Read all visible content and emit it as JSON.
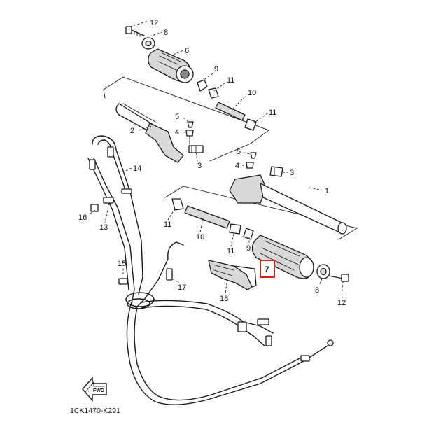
{
  "diagram": {
    "callouts": [
      {
        "id": "c12a",
        "label": "12"
      },
      {
        "id": "c8a",
        "label": "8"
      },
      {
        "id": "c6",
        "label": "6"
      },
      {
        "id": "c9a",
        "label": "9"
      },
      {
        "id": "c11a",
        "label": "11"
      },
      {
        "id": "c10a",
        "label": "10"
      },
      {
        "id": "c11b",
        "label": "11"
      },
      {
        "id": "c5a",
        "label": "5"
      },
      {
        "id": "c4a",
        "label": "4"
      },
      {
        "id": "c3a",
        "label": "3"
      },
      {
        "id": "c2",
        "label": "2"
      },
      {
        "id": "c14",
        "label": "14"
      },
      {
        "id": "c5b",
        "label": "5"
      },
      {
        "id": "c4b",
        "label": "4"
      },
      {
        "id": "c3b",
        "label": "3"
      },
      {
        "id": "c1",
        "label": "1"
      },
      {
        "id": "c16",
        "label": "16"
      },
      {
        "id": "c13",
        "label": "13"
      },
      {
        "id": "c11c",
        "label": "11"
      },
      {
        "id": "c10b",
        "label": "10"
      },
      {
        "id": "c11d",
        "label": "11"
      },
      {
        "id": "c9b",
        "label": "9"
      },
      {
        "id": "c15",
        "label": "15"
      },
      {
        "id": "c17",
        "label": "17"
      },
      {
        "id": "c18",
        "label": "18"
      },
      {
        "id": "c8b",
        "label": "8"
      },
      {
        "id": "c12b",
        "label": "12"
      }
    ],
    "highlighted_part": {
      "label": "7",
      "color": "#d62020"
    },
    "fwd_label": "FWD",
    "diagram_code": "1CK1470-K291"
  }
}
